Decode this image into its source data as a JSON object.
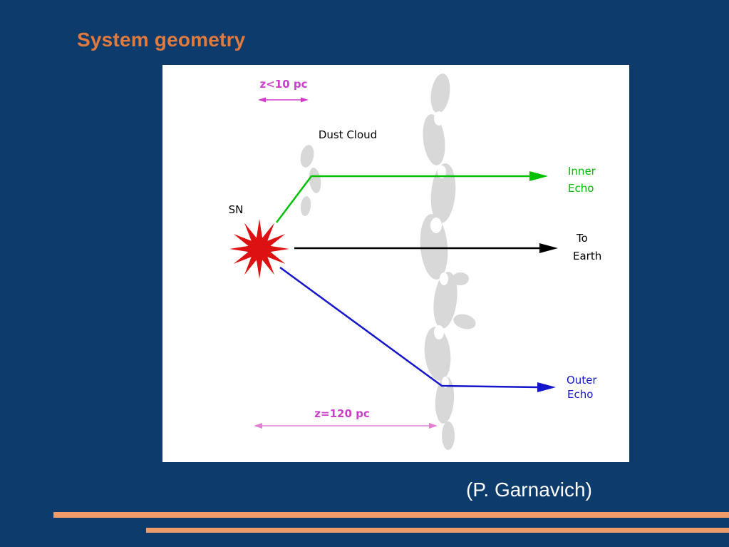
{
  "slide": {
    "title": "System geometry",
    "caption": "(P. Garnavich)"
  },
  "colors": {
    "background": "#0d3b6c",
    "title_text": "#e17a3d",
    "caption_text": "#ffffff",
    "accent_bar": "#f09b6a",
    "panel": "#ffffff",
    "inner_echo": "#00c000",
    "to_earth": "#000000",
    "outer_echo": "#1515cc",
    "measurement": "#cc3ecc",
    "measurement_light": "#e27fd2",
    "sn_star": "#dd1111",
    "dust_cloud": "#d8d8d8"
  },
  "diagram": {
    "labels": {
      "z_inner": "z<10 pc",
      "dust_cloud": "Dust Cloud",
      "sn": "SN",
      "inner_echo": [
        "Inner",
        "Echo"
      ],
      "to_earth": [
        "To",
        "Earth"
      ],
      "outer_echo": [
        "Outer",
        "Echo"
      ],
      "z_outer": "z=120 pc"
    }
  }
}
